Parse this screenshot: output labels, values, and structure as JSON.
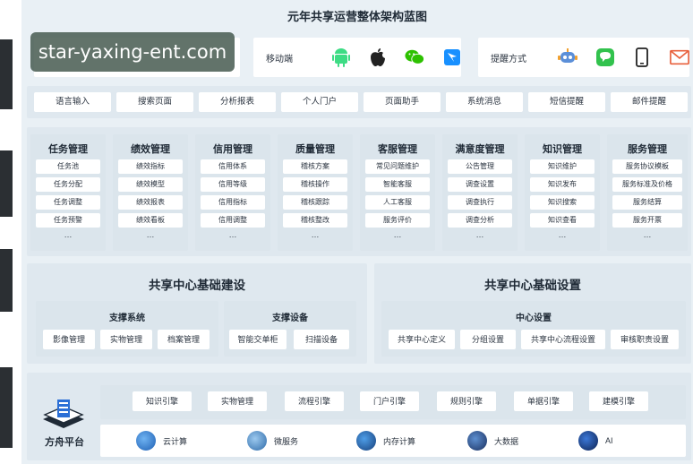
{
  "title": "元年共享运营整体架构蓝图",
  "watermark": "star-yaxing-ent.com",
  "channels": {
    "mobile_label": "移动端",
    "mobile_icons": [
      "android-icon",
      "apple-icon",
      "wechat-icon",
      "dingtalk-icon"
    ],
    "remind_label": "提醒方式",
    "remind_icons": [
      "robot-icon",
      "message-icon",
      "phone-icon",
      "mail-icon"
    ]
  },
  "access_row": [
    "语言输入",
    "搜索页面",
    "分析报表",
    "个人门户",
    "页面助手",
    "系统消息",
    "短信提醒",
    "邮件提醒"
  ],
  "modules": [
    {
      "title": "任务管理",
      "items": [
        "任务池",
        "任务分配",
        "任务调整",
        "任务预警"
      ]
    },
    {
      "title": "绩效管理",
      "items": [
        "绩效指标",
        "绩效模型",
        "绩效报表",
        "绩效看板"
      ]
    },
    {
      "title": "信用管理",
      "items": [
        "信用体系",
        "信用等级",
        "信用指标",
        "信用调整"
      ]
    },
    {
      "title": "质量管理",
      "items": [
        "稽核方案",
        "稽核操作",
        "稽核跟踪",
        "稽核整改"
      ]
    },
    {
      "title": "客服管理",
      "items": [
        "常见问题维护",
        "智能客服",
        "人工客服",
        "服务评价"
      ]
    },
    {
      "title": "满意度管理",
      "items": [
        "公告管理",
        "调查设置",
        "调查执行",
        "调查分析"
      ]
    },
    {
      "title": "知识管理",
      "items": [
        "知识维护",
        "知识发布",
        "知识搜索",
        "知识查看"
      ]
    },
    {
      "title": "服务管理",
      "items": [
        "服务协议模板",
        "服务标准及价格",
        "服务结算",
        "服务开票"
      ]
    }
  ],
  "ellipsis": "…",
  "infra_build": {
    "title": "共享中心基础建设",
    "support_system": {
      "title": "支撑系统",
      "items": [
        "影像管理",
        "实物管理",
        "档案管理"
      ]
    },
    "support_device": {
      "title": "支撑设备",
      "items": [
        "智能交单柜",
        "扫描设备"
      ]
    }
  },
  "infra_setting": {
    "title": "共享中心基础设置",
    "center": {
      "title": "中心设置",
      "items": [
        "共享中心定义",
        "分组设置",
        "共享中心流程设置",
        "审核职责设置"
      ]
    }
  },
  "platform": {
    "label": "方舟平台",
    "engines": [
      "知识引擎",
      "实物管理",
      "流程引擎",
      "门户引擎",
      "规则引擎",
      "单据引擎",
      "建模引擎"
    ],
    "tech": [
      {
        "label": "云计算",
        "icon": "cloud-icon"
      },
      {
        "label": "微服务",
        "icon": "microservice-icon"
      },
      {
        "label": "内存计算",
        "icon": "memory-icon"
      },
      {
        "label": "大数据",
        "icon": "bigdata-icon"
      },
      {
        "label": "AI",
        "icon": "ai-icon"
      }
    ]
  }
}
